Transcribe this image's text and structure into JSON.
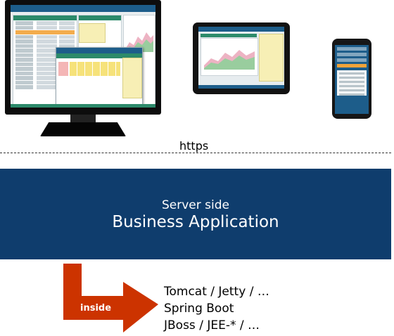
{
  "client": {
    "devices": [
      "desktop-monitor",
      "tablet",
      "smartphone"
    ],
    "connection_label": "https"
  },
  "server": {
    "subtitle": "Server side",
    "title": "Business Application"
  },
  "runtime": {
    "arrow_label": "inside",
    "arrow_color": "#cc3300",
    "containers": [
      "Tomcat / Jetty / …",
      "Spring Boot",
      "JBoss / JEE-* / …"
    ]
  },
  "colors": {
    "server_bg": "#0f3d6d",
    "app_header": "#1d5d8a",
    "app_accent": "#2c8a6a"
  }
}
